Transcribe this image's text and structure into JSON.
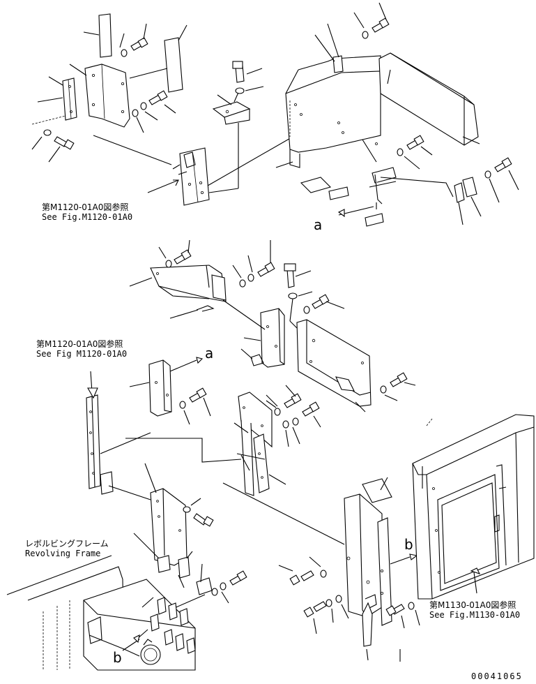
{
  "references": {
    "ref1": {
      "jp": "第M1120-01A0図参照",
      "en": "See Fig.M1120-01A0"
    },
    "ref2": {
      "jp": "第M1120-01A0図参照",
      "en": "See Fig M1120-01A0"
    },
    "ref3": {
      "jp": "第M1130-01A0図参照",
      "en": "See Fig.M1130-01A0"
    }
  },
  "revolving_frame": {
    "jp": "レボルビングフレーム",
    "en": "Revolving Frame"
  },
  "markers": {
    "a1": "a",
    "a2": "a",
    "b1": "b",
    "b2": "b"
  },
  "drawing_code": "00041065"
}
